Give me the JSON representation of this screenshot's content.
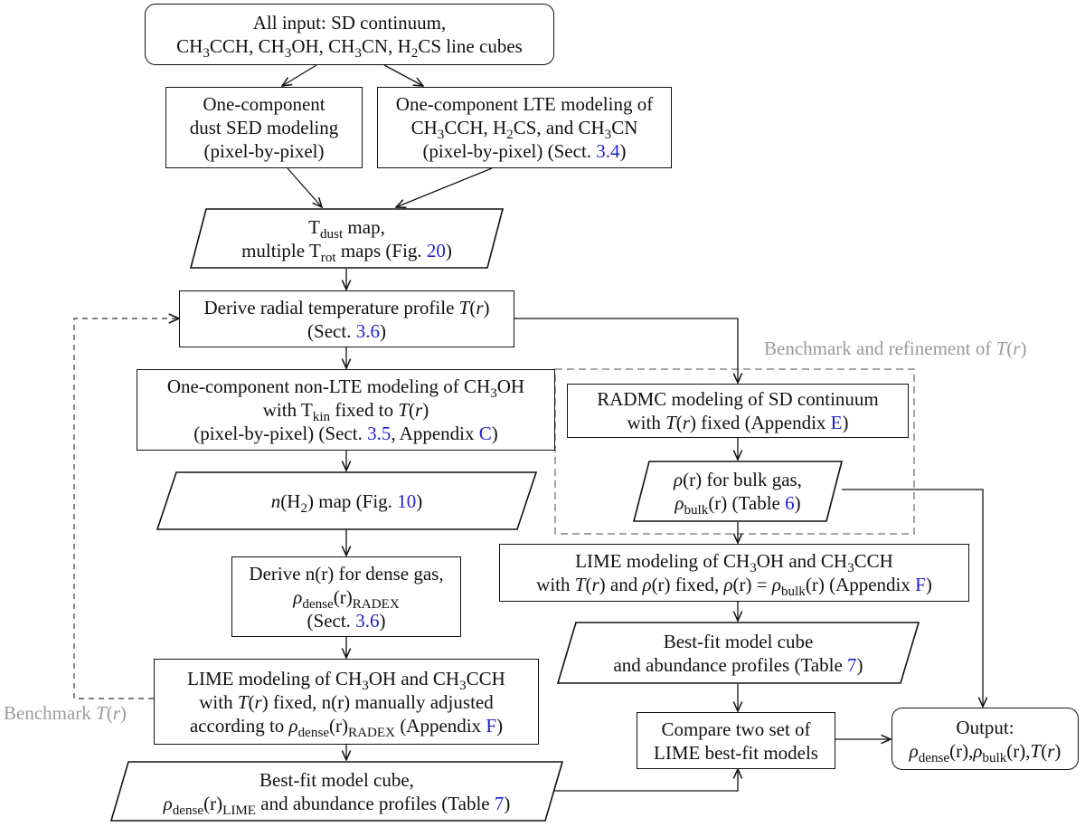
{
  "nodes": {
    "input": {
      "lines": [
        [
          {
            "t": "All input: SD continuum,"
          }
        ],
        [
          {
            "t": "CH"
          },
          {
            "t": "3",
            "sub": 1
          },
          {
            "t": "CCH, CH"
          },
          {
            "t": "3",
            "sub": 1
          },
          {
            "t": "OH, CH"
          },
          {
            "t": "3",
            "sub": 1
          },
          {
            "t": "CN, H"
          },
          {
            "t": "2",
            "sub": 1
          },
          {
            "t": "CS line cubes"
          }
        ]
      ]
    },
    "sed": {
      "lines": [
        [
          {
            "t": "One-component"
          }
        ],
        [
          {
            "t": "dust SED modeling"
          }
        ],
        [
          {
            "t": "(pixel-by-pixel)"
          }
        ]
      ]
    },
    "lte": {
      "lines": [
        [
          {
            "t": "One-component LTE modeling of"
          }
        ],
        [
          {
            "t": "CH"
          },
          {
            "t": "3",
            "sub": 1
          },
          {
            "t": "CCH, H"
          },
          {
            "t": "2",
            "sub": 1
          },
          {
            "t": "CS, and CH"
          },
          {
            "t": "3",
            "sub": 1
          },
          {
            "t": "CN"
          }
        ],
        [
          {
            "t": "(pixel-by-pixel) (Sect. "
          },
          {
            "t": "3.4",
            "ref": 1
          },
          {
            "t": ")"
          }
        ]
      ]
    },
    "tmaps": {
      "lines": [
        [
          {
            "t": "T"
          },
          {
            "t": "dust",
            "sub": 1
          },
          {
            "t": " map,"
          }
        ],
        [
          {
            "t": "multiple T"
          },
          {
            "t": "rot",
            "sub": 1
          },
          {
            "t": " maps (Fig. "
          },
          {
            "t": "20",
            "ref": 1
          },
          {
            "t": ")"
          }
        ]
      ]
    },
    "tprof": {
      "lines": [
        [
          {
            "t": "Derive radial temperature profile "
          },
          {
            "t": "T",
            "it": 1
          },
          {
            "t": "("
          },
          {
            "t": "r",
            "it": 1
          },
          {
            "t": ")"
          }
        ],
        [
          {
            "t": "(Sect. "
          },
          {
            "t": "3.6",
            "ref": 1
          },
          {
            "t": ")"
          }
        ]
      ]
    },
    "nonlte": {
      "lines": [
        [
          {
            "t": "One-component non-LTE modeling of CH"
          },
          {
            "t": "3",
            "sub": 1
          },
          {
            "t": "OH"
          }
        ],
        [
          {
            "t": "with T"
          },
          {
            "t": "kin",
            "sub": 1
          },
          {
            "t": " fixed to "
          },
          {
            "t": "T",
            "it": 1
          },
          {
            "t": "("
          },
          {
            "t": "r",
            "it": 1
          },
          {
            "t": ")"
          }
        ],
        [
          {
            "t": "(pixel-by-pixel) (Sect. "
          },
          {
            "t": "3.5",
            "ref": 1
          },
          {
            "t": ", Appendix "
          },
          {
            "t": "C",
            "ref": 1
          },
          {
            "t": ")"
          }
        ]
      ]
    },
    "nmap": {
      "lines": [
        [
          {
            "t": "n",
            "it": 1
          },
          {
            "t": "(H"
          },
          {
            "t": "2",
            "sub": 1
          },
          {
            "t": ") map (Fig. "
          },
          {
            "t": "10",
            "ref": 1
          },
          {
            "t": ")"
          }
        ]
      ]
    },
    "nr": {
      "lines": [
        [
          {
            "t": "Derive n(r) for dense gas,"
          }
        ],
        [
          {
            "t": "ρ",
            "it": 1
          },
          {
            "t": "dense",
            "sub": 1
          },
          {
            "t": "(r)"
          },
          {
            "t": "RADEX",
            "sub": 1
          }
        ],
        [
          {
            "t": "(Sect. "
          },
          {
            "t": "3.6",
            "ref": 1
          },
          {
            "t": ")"
          }
        ]
      ]
    },
    "lime1": {
      "lines": [
        [
          {
            "t": "LIME modeling of CH"
          },
          {
            "t": "3",
            "sub": 1
          },
          {
            "t": "OH and CH"
          },
          {
            "t": "3",
            "sub": 1
          },
          {
            "t": "CCH"
          }
        ],
        [
          {
            "t": "with "
          },
          {
            "t": "T",
            "it": 1
          },
          {
            "t": "("
          },
          {
            "t": "r",
            "it": 1
          },
          {
            "t": ") fixed, n(r) manually adjusted"
          }
        ],
        [
          {
            "t": "according to "
          },
          {
            "t": "ρ",
            "it": 1
          },
          {
            "t": "dense",
            "sub": 1
          },
          {
            "t": "(r)"
          },
          {
            "t": "RADEX",
            "sub": 1
          },
          {
            "t": " (Appendix "
          },
          {
            "t": "F",
            "ref": 1
          },
          {
            "t": ")"
          }
        ]
      ]
    },
    "best1": {
      "lines": [
        [
          {
            "t": "Best-fit model cube,"
          }
        ],
        [
          {
            "t": "ρ",
            "it": 1
          },
          {
            "t": "dense",
            "sub": 1
          },
          {
            "t": "(r)"
          },
          {
            "t": "LIME",
            "sub": 1
          },
          {
            "t": " and abundance profiles (Table "
          },
          {
            "t": "7",
            "ref": 1
          },
          {
            "t": ")"
          }
        ]
      ]
    },
    "radmc": {
      "lines": [
        [
          {
            "t": "RADMC modeling of SD continuum"
          }
        ],
        [
          {
            "t": "with "
          },
          {
            "t": "T",
            "it": 1
          },
          {
            "t": "("
          },
          {
            "t": "r",
            "it": 1
          },
          {
            "t": ") fixed (Appendix "
          },
          {
            "t": "E",
            "ref": 1
          },
          {
            "t": ")"
          }
        ]
      ]
    },
    "rho": {
      "lines": [
        [
          {
            "t": "ρ",
            "it": 1
          },
          {
            "t": "(r) for bulk gas,"
          }
        ],
        [
          {
            "t": "ρ",
            "it": 1
          },
          {
            "t": "bulk",
            "sub": 1
          },
          {
            "t": "(r) (Table "
          },
          {
            "t": "6",
            "ref": 1
          },
          {
            "t": ")"
          }
        ]
      ]
    },
    "lime2": {
      "lines": [
        [
          {
            "t": "LIME modeling of CH"
          },
          {
            "t": "3",
            "sub": 1
          },
          {
            "t": "OH and CH"
          },
          {
            "t": "3",
            "sub": 1
          },
          {
            "t": "CCH"
          }
        ],
        [
          {
            "t": "with "
          },
          {
            "t": "T",
            "it": 1
          },
          {
            "t": "("
          },
          {
            "t": "r",
            "it": 1
          },
          {
            "t": ") and "
          },
          {
            "t": "ρ",
            "it": 1
          },
          {
            "t": "(r) fixed, "
          },
          {
            "t": "ρ",
            "it": 1
          },
          {
            "t": "(r) = "
          },
          {
            "t": "ρ",
            "it": 1
          },
          {
            "t": "bulk",
            "sub": 1
          },
          {
            "t": "(r) (Appendix "
          },
          {
            "t": "F",
            "ref": 1
          },
          {
            "t": ")"
          }
        ]
      ]
    },
    "best2": {
      "lines": [
        [
          {
            "t": "Best-fit model cube"
          }
        ],
        [
          {
            "t": "and abundance profiles (Table "
          },
          {
            "t": "7",
            "ref": 1
          },
          {
            "t": ")"
          }
        ]
      ]
    },
    "compare": {
      "lines": [
        [
          {
            "t": "Compare two set of"
          }
        ],
        [
          {
            "t": "LIME best-fit models"
          }
        ]
      ]
    },
    "output": {
      "lines": [
        [
          {
            "t": "Output:"
          }
        ],
        [
          {
            "t": "ρ",
            "it": 1
          },
          {
            "t": "dense",
            "sub": 1
          },
          {
            "t": "(r),"
          },
          {
            "t": "ρ",
            "it": 1
          },
          {
            "t": "bulk",
            "sub": 1
          },
          {
            "t": "(r),"
          },
          {
            "t": "T",
            "it": 1
          },
          {
            "t": "("
          },
          {
            "t": "r",
            "it": 1
          },
          {
            "t": ")"
          }
        ]
      ]
    }
  },
  "labels": {
    "benchmark_refinement": "Benchmark and refinement of ",
    "benchmark_left": "Benchmark ",
    "T": "T",
    "r": "r"
  },
  "colors": {
    "stroke": "#111111",
    "link": "#1f1fcc",
    "benchmark": "#9a9a9a"
  }
}
